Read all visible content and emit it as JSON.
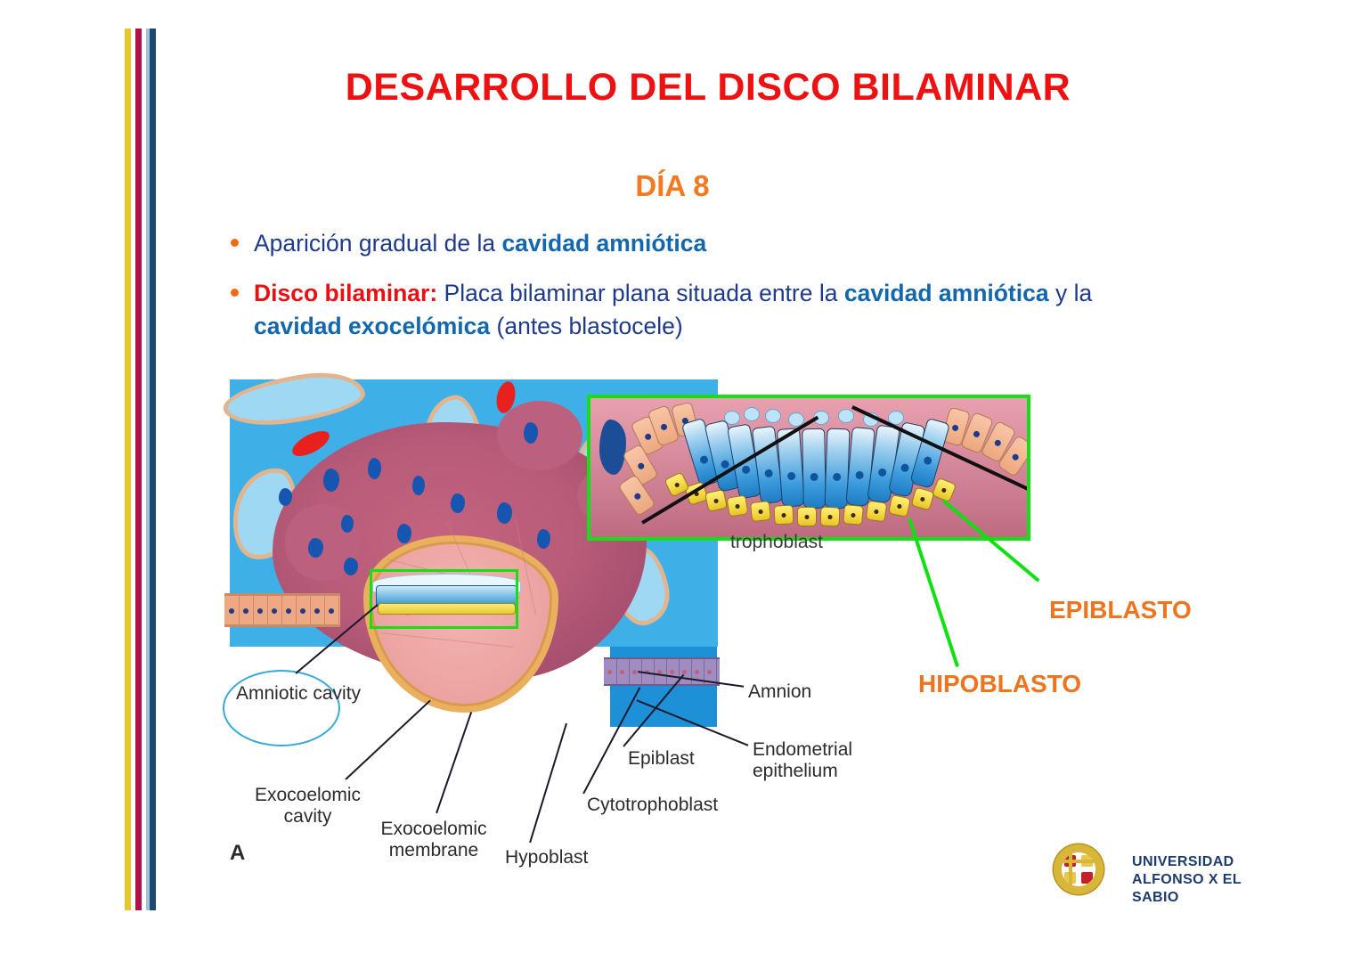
{
  "slide": {
    "title": "DESARROLLO DEL DISCO BILAMINAR",
    "subtitle": "DÍA 8",
    "bullets": [
      {
        "parts": [
          {
            "text": "Aparición gradual de la ",
            "style": "plain"
          },
          {
            "text": "cavidad amniótica",
            "style": "blue-bold"
          }
        ]
      },
      {
        "parts": [
          {
            "text": "Disco bilaminar:",
            "style": "red-bold"
          },
          {
            "text": " Placa bilaminar plana situada entre la ",
            "style": "plain"
          },
          {
            "text": "cavidad amniótica",
            "style": "blue-bold"
          },
          {
            "text": " y la ",
            "style": "plain"
          },
          {
            "text": "cavidad exocelómica",
            "style": "blue-bold"
          },
          {
            "text": " (antes blastocele)",
            "style": "plain"
          }
        ]
      }
    ]
  },
  "annotations": {
    "epiblasto": "EPIBLASTO",
    "hipoblasto": "HIPOBLASTO"
  },
  "figure": {
    "panel_letter": "A",
    "circled_label": "Amniotic cavity",
    "inset_partial_text": "trophoblast",
    "labels": [
      {
        "id": "exocoelomic-cavity",
        "line1": "Exocoelomic",
        "line2": "cavity"
      },
      {
        "id": "exocoelomic-membrane",
        "line1": "Exocoelomic",
        "line2": "membrane"
      },
      {
        "id": "hypoblast",
        "line1": "Hypoblast",
        "line2": ""
      },
      {
        "id": "cytotrophoblast",
        "line1": "Cytotrophoblast",
        "line2": ""
      },
      {
        "id": "epiblast",
        "line1": "Epiblast",
        "line2": ""
      },
      {
        "id": "amnion",
        "line1": "Amnion",
        "line2": ""
      },
      {
        "id": "endometrial-epithelium",
        "line1": "Endometrial",
        "line2": "epithelium"
      }
    ]
  },
  "logo": {
    "line1": "UNIVERSIDAD",
    "line2": "ALFONSO X EL SABIO"
  },
  "colors": {
    "title_red": "#EE1111",
    "subtitle_orange": "#F57921",
    "body_blue": "#1E3A8C",
    "highlight_blue": "#1367AE",
    "accent_orange": "#EF7420",
    "callout_green": "#15E015",
    "stripe_yellow": "#E6C72C",
    "stripe_crimson": "#B21046",
    "stripe_darkblue": "#1A4A6E",
    "figure_bg_blue": "#3FAFE8"
  }
}
